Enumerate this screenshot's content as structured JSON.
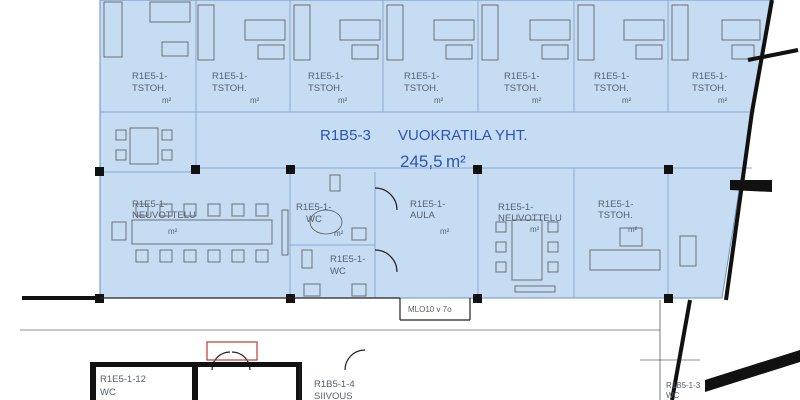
{
  "plan": {
    "title": "R1B5-3",
    "subtitle": "VUOKRATILA YHT.",
    "total_area": "245,5",
    "area_unit": "m²",
    "fill_color": "#c6dcf3",
    "rooms_top": [
      {
        "code": "R1E5-1-",
        "name": "TSTOH.",
        "unit": "m²"
      },
      {
        "code": "R1E5-1-",
        "name": "TSTOH.",
        "unit": "m²"
      },
      {
        "code": "R1E5-1-",
        "name": "TSTOH.",
        "unit": "m²"
      },
      {
        "code": "R1E5-1-",
        "name": "TSTOH.",
        "unit": "m²"
      },
      {
        "code": "R1E5-1-",
        "name": "TSTOH.",
        "unit": "m²"
      },
      {
        "code": "R1E5-1-",
        "name": "TSTOH.",
        "unit": "m²"
      },
      {
        "code": "R1E5-1-",
        "name": "TSTOH.",
        "unit": "m²"
      }
    ],
    "meeting_left": {
      "code": "R1E5-1-",
      "name": "NEUVOTTELU",
      "unit": "m²"
    },
    "wc_upper": {
      "code": "R1E5-1-",
      "name": "WC",
      "unit": "m²"
    },
    "wc_lower": {
      "code": "R1E5-1-",
      "name": "WC"
    },
    "aula": {
      "code": "R1E5-1-",
      "name": "AULA",
      "unit": "m²"
    },
    "meeting_right": {
      "code": "R1E5-1-",
      "name": "NEUVOTTELU",
      "unit": "m²"
    },
    "office_right": {
      "code": "R1E5-1-",
      "name": "TSTOH.",
      "unit": "m²"
    },
    "corridor_tag": "MLO10 v 7o",
    "below": [
      {
        "code": "R1E5-1-12",
        "name": "WC"
      },
      {
        "code": "R1B5-1-4",
        "name": "SIIVOUS"
      },
      {
        "code": "R1B5-1-3",
        "name": "WC"
      }
    ]
  }
}
